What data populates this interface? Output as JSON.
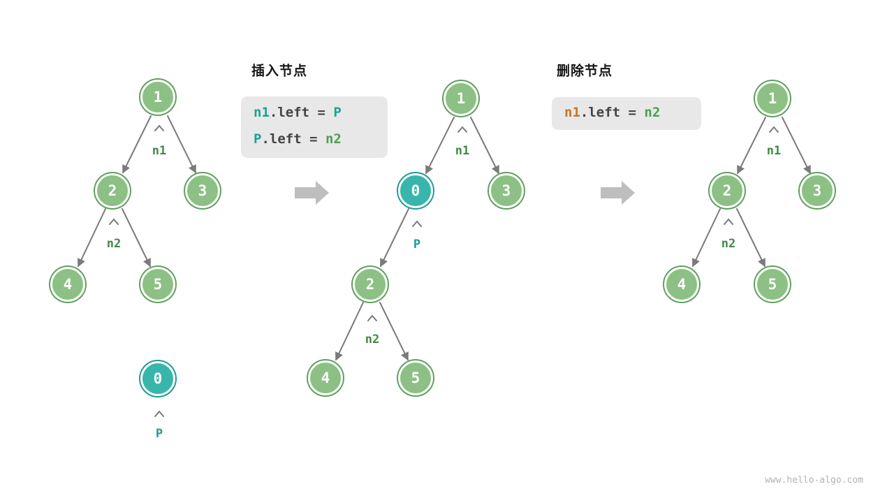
{
  "watermark": "www.hello-algo.com",
  "colors": {
    "node_green": "#8cc084",
    "node_green_ring": "#5fa05f",
    "node_teal": "#38b6ab",
    "node_teal_ring": "#1e9c92",
    "edge": "#7a7a7a",
    "label_green": "#3f8a44",
    "label_teal": "#1c9c90",
    "code_bg": "#e8e8e8",
    "code_plain": "#444444",
    "code_green": "#4d9e50",
    "code_teal": "#1fa192",
    "code_orange": "#c5752c",
    "big_arrow": "#bebebe"
  },
  "sections": {
    "insert": {
      "title": "插入节点",
      "code_lines": [
        {
          "tokens": [
            {
              "text": "n1",
              "color": "teal"
            },
            {
              "text": ".left = ",
              "color": "plain"
            },
            {
              "text": "P",
              "color": "teal"
            }
          ]
        },
        {
          "tokens": [
            {
              "text": "P",
              "color": "teal"
            },
            {
              "text": ".left = ",
              "color": "plain"
            },
            {
              "text": "n2",
              "color": "green"
            }
          ]
        }
      ]
    },
    "delete": {
      "title": "删除节点",
      "code_lines": [
        {
          "tokens": [
            {
              "text": "n1",
              "color": "orange"
            },
            {
              "text": ".left = ",
              "color": "plain"
            },
            {
              "text": "n2",
              "color": "green"
            }
          ]
        }
      ]
    }
  },
  "trees": {
    "left": {
      "nodes": [
        {
          "value": "1",
          "color": "green"
        },
        {
          "value": "2",
          "color": "green"
        },
        {
          "value": "3",
          "color": "green"
        },
        {
          "value": "4",
          "color": "green"
        },
        {
          "value": "5",
          "color": "green"
        },
        {
          "value": "0",
          "color": "teal"
        }
      ],
      "labels": [
        {
          "text": "n1",
          "color": "green"
        },
        {
          "text": "n2",
          "color": "green"
        },
        {
          "text": "P",
          "color": "teal"
        }
      ]
    },
    "middle": {
      "nodes": [
        {
          "value": "1",
          "color": "green"
        },
        {
          "value": "0",
          "color": "teal"
        },
        {
          "value": "3",
          "color": "green"
        },
        {
          "value": "2",
          "color": "green"
        },
        {
          "value": "4",
          "color": "green"
        },
        {
          "value": "5",
          "color": "green"
        }
      ],
      "labels": [
        {
          "text": "n1",
          "color": "green"
        },
        {
          "text": "P",
          "color": "teal"
        },
        {
          "text": "n2",
          "color": "green"
        }
      ]
    },
    "right": {
      "nodes": [
        {
          "value": "1",
          "color": "green"
        },
        {
          "value": "2",
          "color": "green"
        },
        {
          "value": "3",
          "color": "green"
        },
        {
          "value": "4",
          "color": "green"
        },
        {
          "value": "5",
          "color": "green"
        }
      ],
      "labels": [
        {
          "text": "n1",
          "color": "green"
        },
        {
          "text": "n2",
          "color": "green"
        }
      ]
    }
  }
}
